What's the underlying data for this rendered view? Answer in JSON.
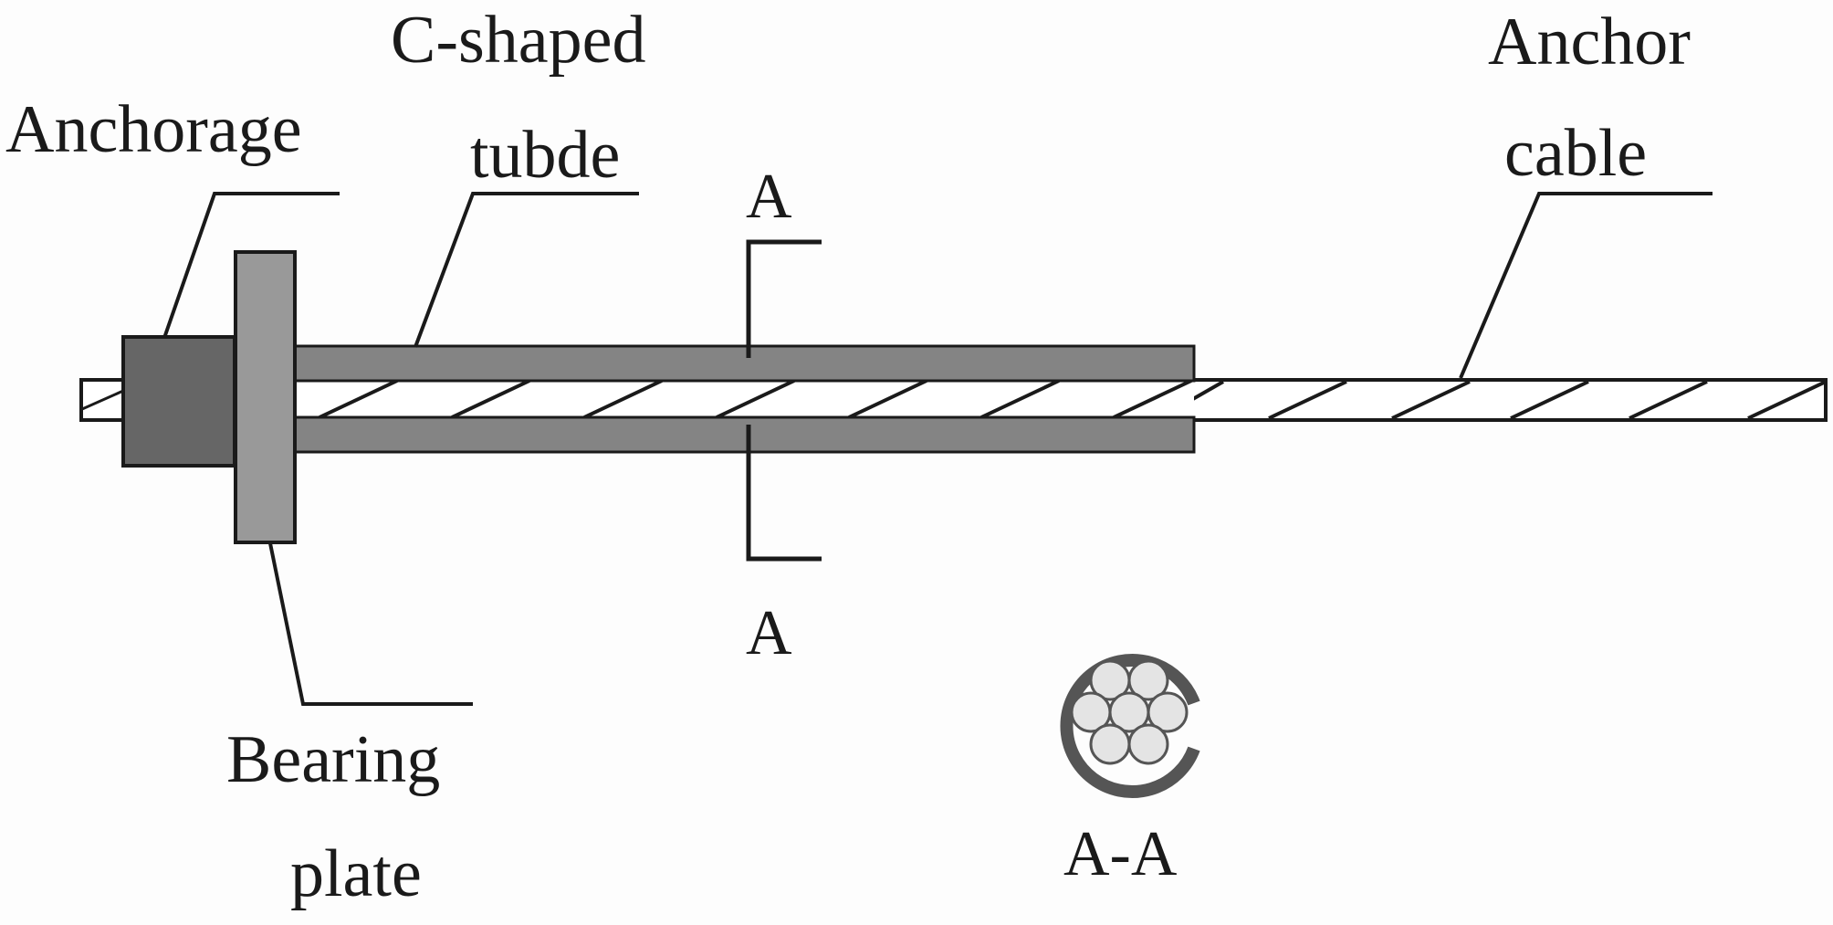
{
  "diagram": {
    "type": "engineering-schematic",
    "subject": "Anchor cable with C-shaped tube assembly",
    "labels": {
      "anchorage": "Anchorage",
      "c_shaped_tube_line1": "C-shaped",
      "c_shaped_tube_line2": "tubde",
      "anchor_cable_line1": "Anchor",
      "anchor_cable_line2": "cable",
      "bearing_plate_line1": "Bearing",
      "bearing_plate_line2": "plate",
      "section_top": "A",
      "section_bottom": "A",
      "section_view": "A-A"
    },
    "components": [
      {
        "id": "anchorage",
        "label": "Anchorage",
        "fill": "#666666"
      },
      {
        "id": "bearing-plate",
        "label": "Bearing plate",
        "fill": "#999999"
      },
      {
        "id": "c-shaped-tube",
        "label": "C-shaped tubde",
        "fill": "#848484"
      },
      {
        "id": "anchor-cable",
        "label": "Anchor cable",
        "fill": "#ffffff",
        "hatched": true
      },
      {
        "id": "section-a-a",
        "label": "A-A",
        "strands": 7
      }
    ],
    "colors": {
      "outline": "#1a1a1a",
      "anchorage": "#666666",
      "bearing_plate": "#999999",
      "tube": "#848484",
      "cable": "#ffffff",
      "strand": "#e4e4e4",
      "background": "#fdfdfd"
    }
  }
}
